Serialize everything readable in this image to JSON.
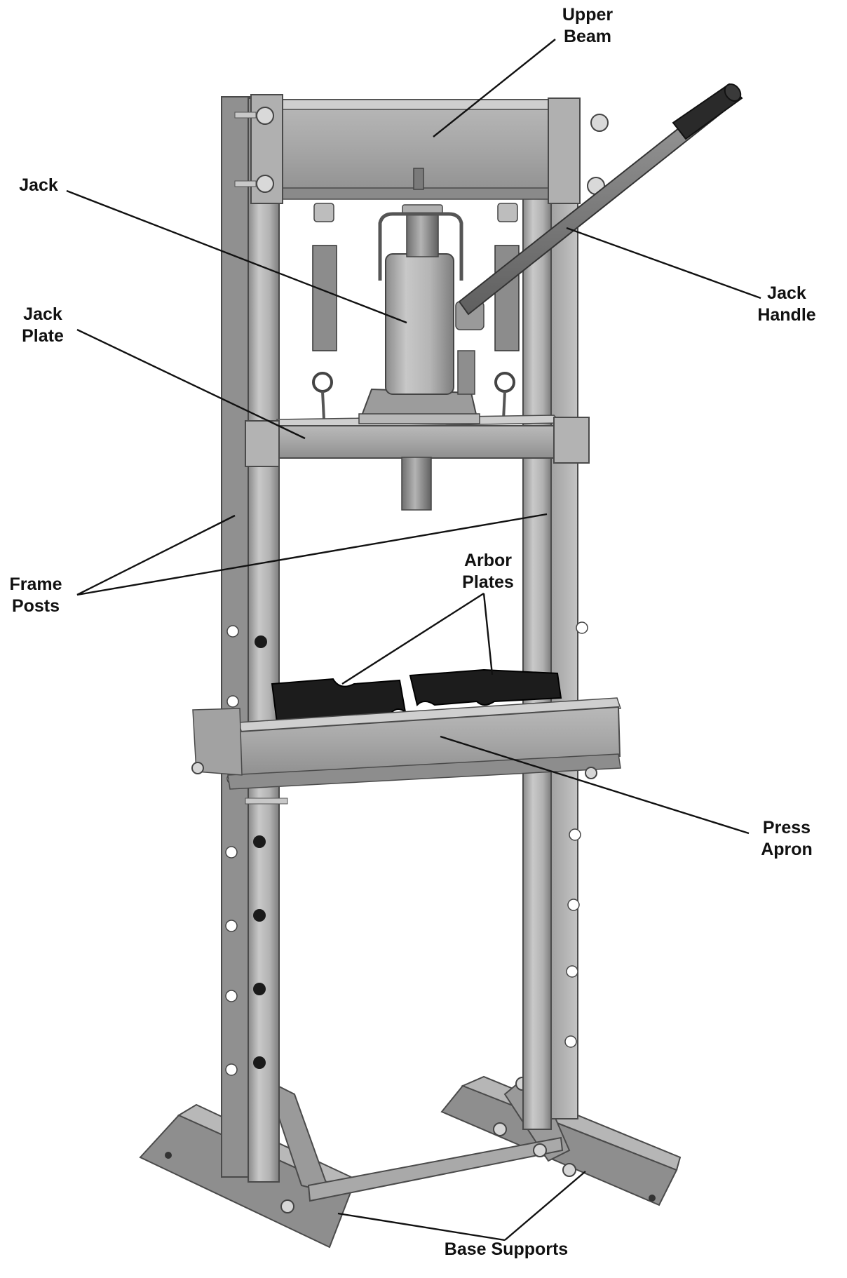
{
  "labels": {
    "upper_beam": [
      "Upper",
      "Beam"
    ],
    "jack": [
      "Jack"
    ],
    "jack_handle": [
      "Jack",
      "Handle"
    ],
    "jack_plate": [
      "Jack",
      "Plate"
    ],
    "frame_posts": [
      "Frame",
      "Posts"
    ],
    "arbor_plates": [
      "Arbor",
      "Plates"
    ],
    "press_apron": [
      "Press",
      "Apron"
    ],
    "base_supports": [
      "Base Supports"
    ]
  },
  "colors": {
    "background": "#ffffff",
    "steel_light": "#c9c9c9",
    "steel_mid": "#a8a8a8",
    "steel_dark": "#7d7d7d",
    "steel_shadow": "#5e5e5e",
    "arbor_black": "#1a1a1a",
    "ink": "#111111"
  }
}
